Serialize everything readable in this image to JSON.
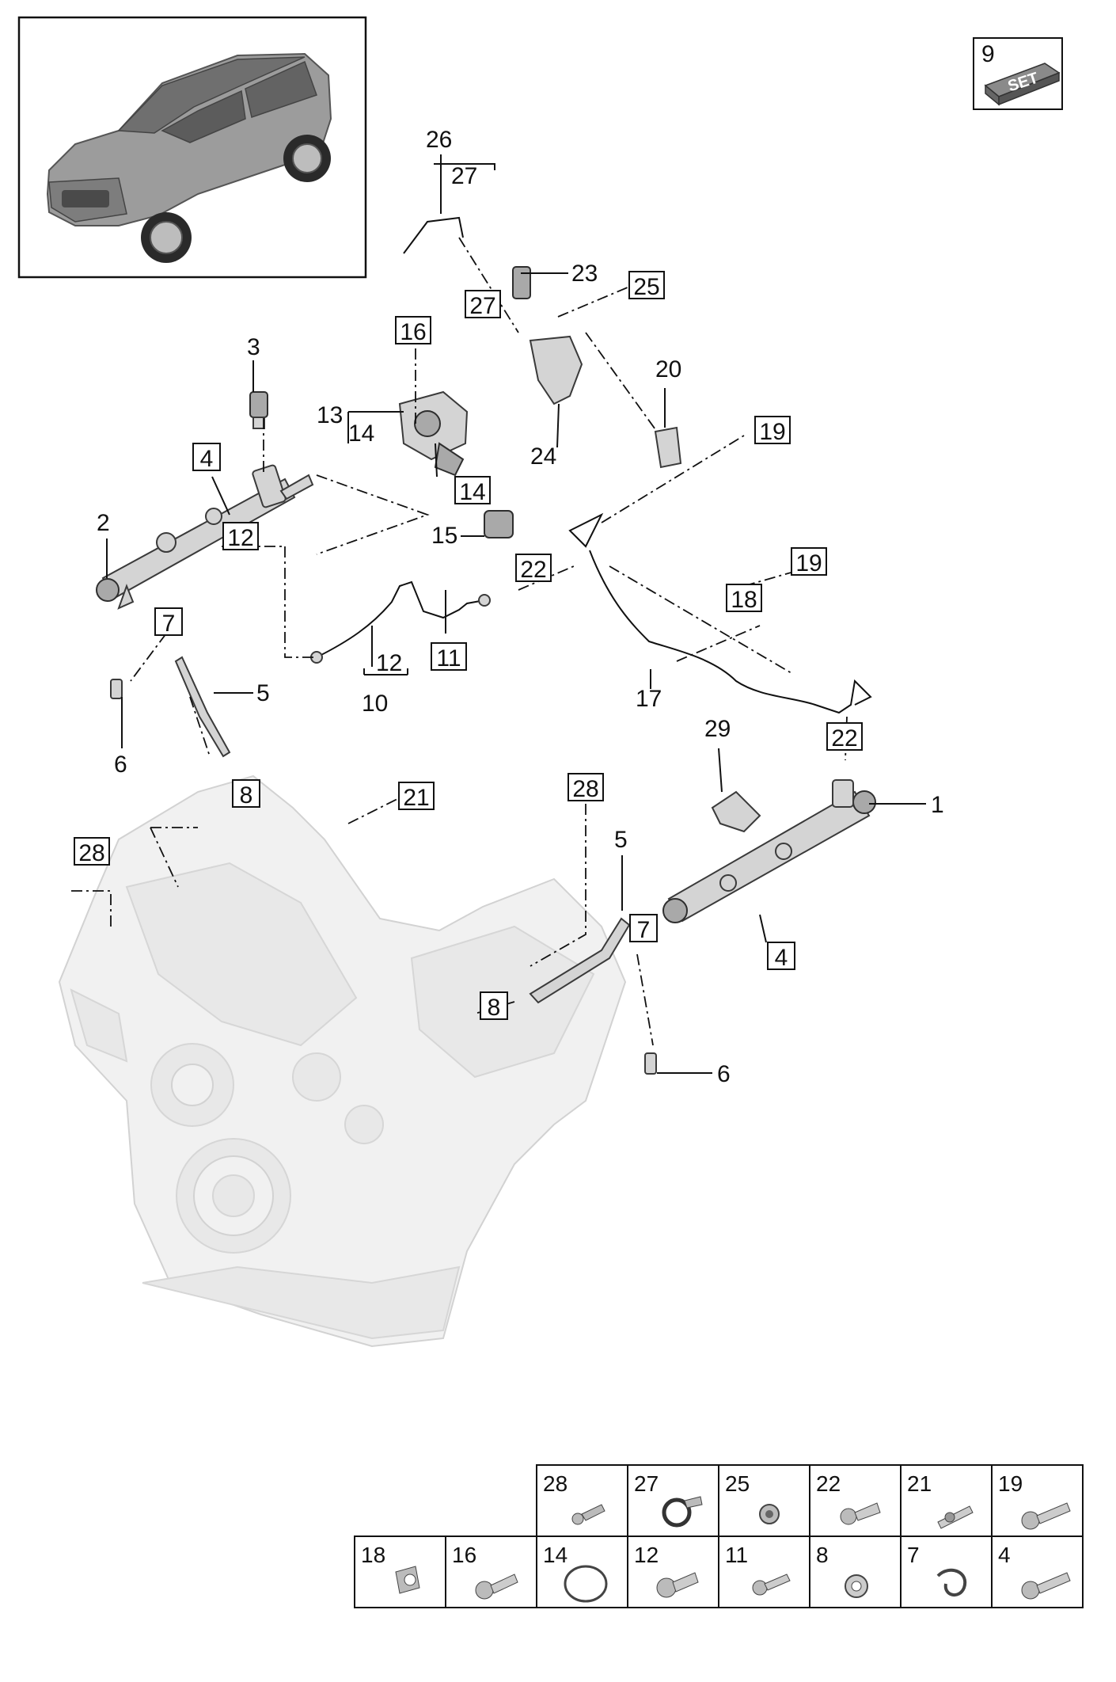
{
  "callouts": {
    "c1": "1",
    "c2": "2",
    "c3": "3",
    "c4a": "4",
    "c4b": "4",
    "c5a": "5",
    "c5b": "5",
    "c6a": "6",
    "c6b": "6",
    "c7a": "7",
    "c7b": "7",
    "c8a": "8",
    "c8b": "8",
    "c9": "9",
    "c10": "10",
    "c11": "11",
    "c12a": "12",
    "c12b": "12",
    "c13": "13",
    "c14a": "14",
    "c14b": "14",
    "c15": "15",
    "c16": "16",
    "c17": "17",
    "c18": "18",
    "c19a": "19",
    "c19b": "19",
    "c20": "20",
    "c21": "21",
    "c22a": "22",
    "c22b": "22",
    "c23": "23",
    "c24": "24",
    "c25": "25",
    "c26": "26",
    "c27a": "27",
    "c27b": "27",
    "c28a": "28",
    "c28b": "28",
    "c29": "29"
  },
  "set_badge": "SET",
  "legend": {
    "row1": [
      "28",
      "27",
      "25",
      "22",
      "21",
      "19"
    ],
    "row2": [
      "18",
      "16",
      "14",
      "12",
      "11",
      "8",
      "7",
      "4"
    ]
  },
  "colors": {
    "line": "#111111",
    "part_fill": "#d4d4d4",
    "engine_fill": "#f1f1f1",
    "car_body": "#9a9a9a"
  }
}
